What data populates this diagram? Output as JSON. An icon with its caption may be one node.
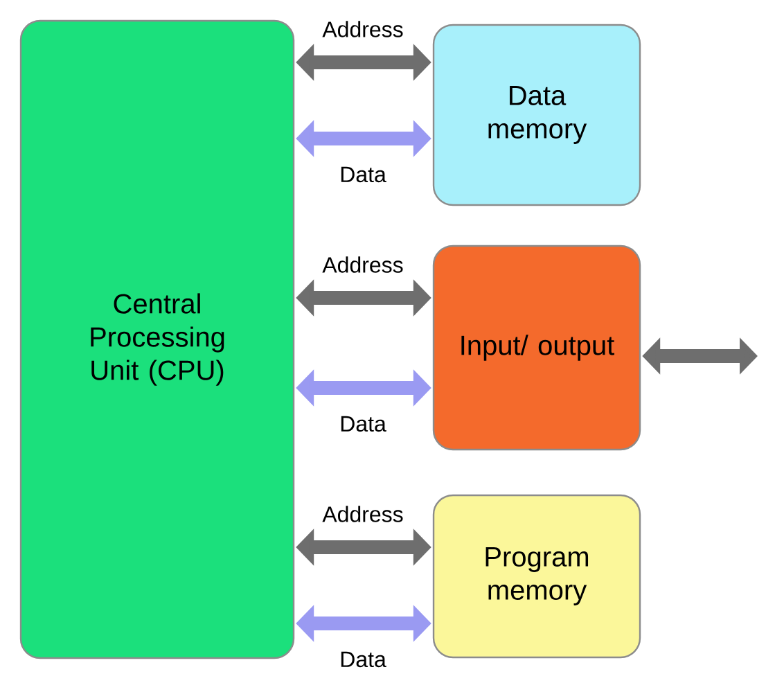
{
  "diagram": {
    "nodes": [
      {
        "text": [
          "Central Processing Unit (CPU)"
        ]
      },
      {
        "text": [
          "Data memory"
        ]
      },
      {
        "text": [
          "Input/ output"
        ]
      },
      {
        "text": [
          "Program memory"
        ]
      }
    ],
    "edges": [
      {
        "from": 0,
        "to": 1,
        "arrow": "both",
        "label": "Address"
      },
      {
        "from": 0,
        "to": 1,
        "arrow": "both",
        "label": "Data",
        "color": "#9a9af2"
      },
      {
        "from": 0,
        "to": 2,
        "arrow": "both",
        "label": "Address"
      },
      {
        "from": 0,
        "to": 2,
        "arrow": "both",
        "label": "Data",
        "color": "#9a9af2"
      },
      {
        "from": 0,
        "to": 3,
        "arrow": "both",
        "label": "Address"
      },
      {
        "from": 0,
        "to": 3,
        "arrow": "both",
        "label": "Data",
        "color": "#9a9af2"
      },
      {
        "from": 2,
        "to": null,
        "arrow": "both"
      }
    ]
  }
}
